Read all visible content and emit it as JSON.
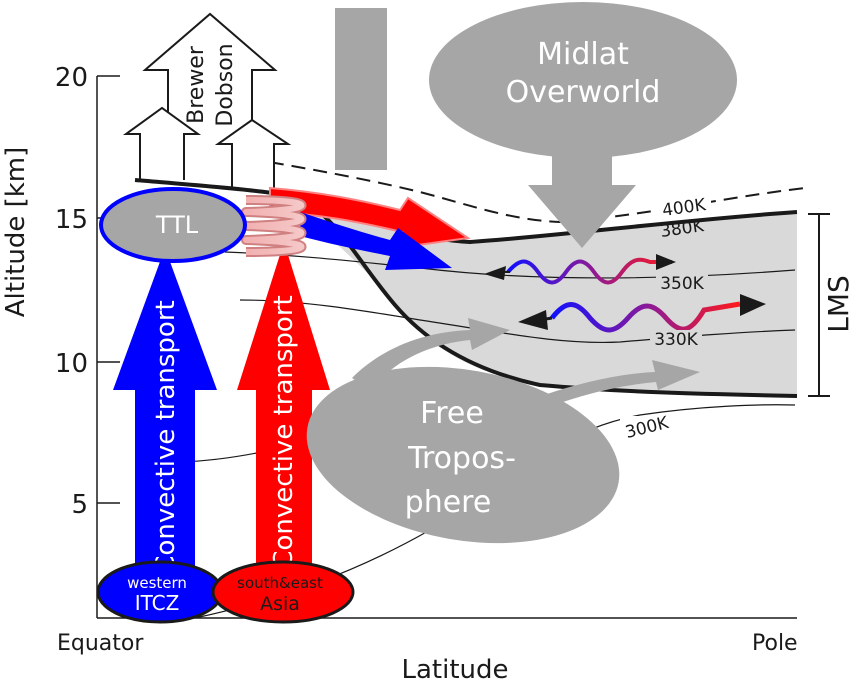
{
  "axes": {
    "ylabel": "Altitude [km]",
    "xlabel": "Latitude",
    "yticks": [
      "20",
      "15",
      "10",
      "5"
    ],
    "x_left": "Equator",
    "x_right": "Pole"
  },
  "labels": {
    "brewer": "Brewer",
    "dobson": "Dobson",
    "midlat_1": "Midlat",
    "midlat_2": "Overworld",
    "ttl": "TTL",
    "conv_blue": "Convective transport",
    "conv_red": "Convective transport",
    "itcz_1": "western",
    "itcz_2": "ITCZ",
    "asia_1": "south&east",
    "asia_2": "Asia",
    "free_1": "Free",
    "free_2": "Tropos-",
    "free_3": "phere",
    "lms": "LMS",
    "k400": "400K",
    "k380": "380K",
    "k350": "350K",
    "k330": "330K",
    "k300": "300K"
  },
  "colors": {
    "gray": "#a6a6a6",
    "lms_fill": "#d9d9d9",
    "blue": "#0000ff",
    "red": "#ff0000",
    "black": "#1a1a1a"
  }
}
